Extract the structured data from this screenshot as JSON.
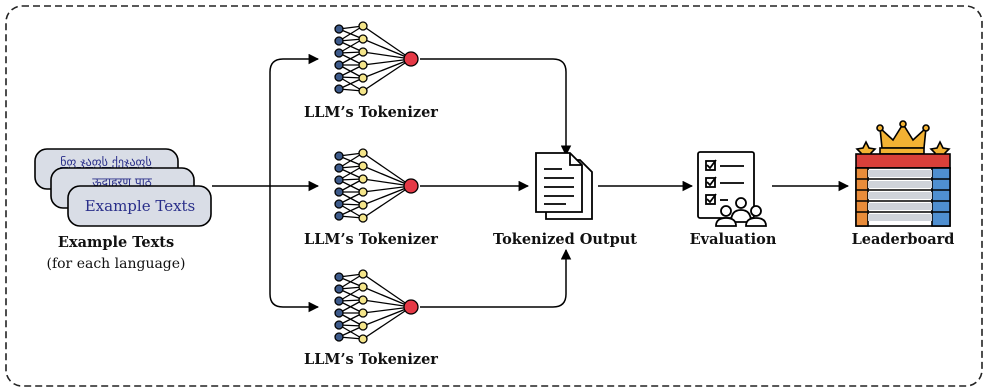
{
  "input": {
    "card_back_text": "ნფ ჯაფს ქეჯაფს",
    "card_mid_text": "ऊदाहरण पाठ",
    "card_front_text": "Example Texts",
    "title": "Example Texts",
    "subtitle": "(for each language)"
  },
  "tokenizers": [
    {
      "label": "LLM’s Tokenizer"
    },
    {
      "label": "LLM’s Tokenizer"
    },
    {
      "label": "LLM’s Tokenizer"
    }
  ],
  "output": {
    "label": "Tokenized Output"
  },
  "evaluation": {
    "label": "Evaluation"
  },
  "leaderboard": {
    "label": "Leaderboard"
  },
  "colors": {
    "frame": "#222222",
    "card_fill": "#d9dde6",
    "card_text": "#2a2f8a",
    "node_blue": "#3d5a8a",
    "node_yellow": "#f4e58a",
    "node_red": "#e53946",
    "crown": "#f2b233",
    "board_red": "#d8403a",
    "board_blue": "#4f8fd0",
    "board_orange": "#e98c3a"
  }
}
